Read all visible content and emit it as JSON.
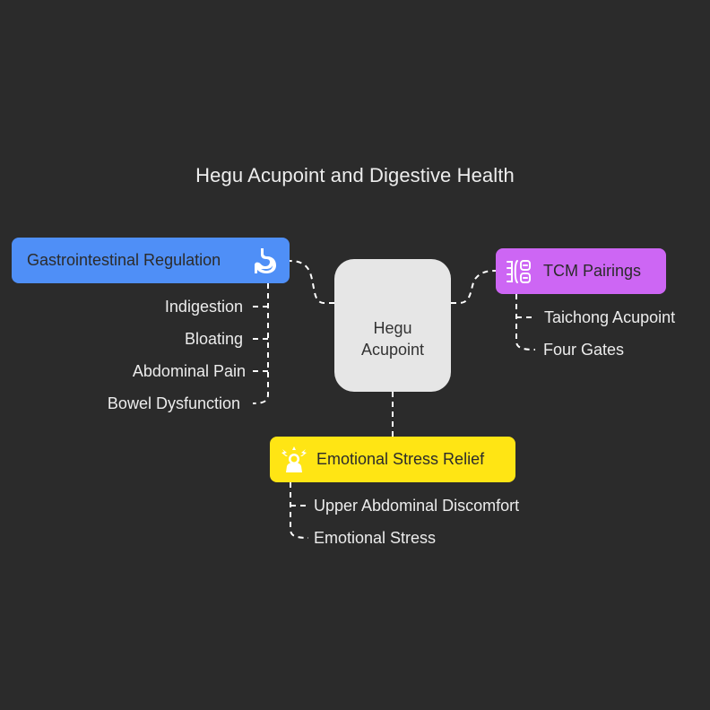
{
  "title": "Hegu Acupoint and Digestive Health",
  "center": {
    "line1": "Hegu",
    "line2": "Acupoint"
  },
  "branches": [
    {
      "label": "Gastrointestinal Regulation",
      "icon": "stomach-icon",
      "color": "#4f8ff7",
      "children": [
        "Indigestion",
        "Bloating",
        "Abdominal Pain",
        "Bowel Dysfunction"
      ]
    },
    {
      "label": "TCM Pairings",
      "icon": "acupoint-chart-icon",
      "color": "#cd66f4",
      "children": [
        "Taichong Acupoint",
        "Four Gates"
      ]
    },
    {
      "label": "Emotional Stress Relief",
      "icon": "stressed-person-icon",
      "color": "#ffe514",
      "children": [
        "Upper Abdominal Discomfort",
        "Emotional Stress"
      ]
    }
  ]
}
